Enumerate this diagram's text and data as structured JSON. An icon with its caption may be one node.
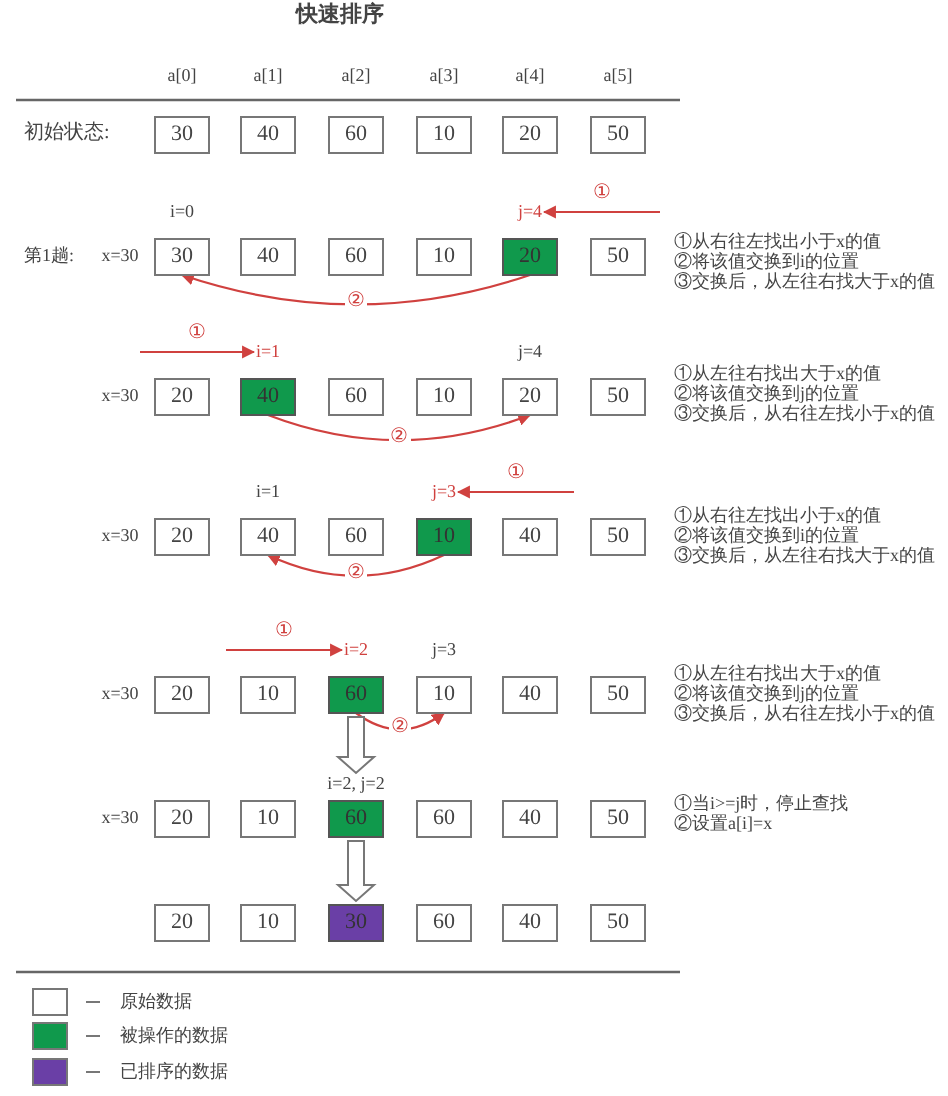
{
  "diagram": {
    "title": "快速排序",
    "nodes": [
      {
        "text": [
          "30"
        ]
      },
      {
        "text": [
          "40"
        ]
      },
      {
        "text": [
          "60"
        ]
      },
      {
        "text": [
          "10"
        ]
      },
      {
        "text": [
          "20"
        ]
      },
      {
        "text": [
          "50"
        ]
      },
      {
        "text": [
          "j=4"
        ]
      },
      {
        "text": [
          "30"
        ],
        "beside": [
          "x=30"
        ]
      },
      {
        "text": [
          "40"
        ]
      },
      {
        "text": [
          "60"
        ]
      },
      {
        "text": [
          "10"
        ]
      },
      {
        "text": [
          "20"
        ]
      },
      {
        "text": [
          "50"
        ]
      },
      {
        "text": [
          "i=1"
        ]
      },
      {
        "text": [
          "20"
        ],
        "beside": [
          "x=30"
        ]
      },
      {
        "text": [
          "40"
        ]
      },
      {
        "text": [
          "60"
        ]
      },
      {
        "text": [
          "10"
        ]
      },
      {
        "text": [
          "20"
        ]
      },
      {
        "text": [
          "50"
        ]
      },
      {
        "text": [
          "j=3"
        ]
      },
      {
        "text": [
          "20"
        ],
        "beside": [
          "x=30"
        ]
      },
      {
        "text": [
          "40"
        ]
      },
      {
        "text": [
          "60"
        ]
      },
      {
        "text": [
          "10"
        ]
      },
      {
        "text": [
          "40"
        ]
      },
      {
        "text": [
          "50"
        ]
      },
      {
        "text": [
          "i=2"
        ]
      },
      {
        "text": [
          "20"
        ],
        "beside": [
          "x=30"
        ]
      },
      {
        "text": [
          "10"
        ]
      },
      {
        "text": [
          "60"
        ]
      },
      {
        "text": [
          "10"
        ]
      },
      {
        "text": [
          "40"
        ]
      },
      {
        "text": [
          "50"
        ]
      },
      {
        "text": [
          "i=2, j=2"
        ]
      },
      {
        "text": [
          "20"
        ],
        "beside": [
          "x=30"
        ]
      },
      {
        "text": [
          "10"
        ]
      },
      {
        "text": [
          "60"
        ]
      },
      {
        "text": [
          "60"
        ]
      },
      {
        "text": [
          "40"
        ]
      },
      {
        "text": [
          "50"
        ]
      },
      {
        "text": [
          "20"
        ]
      },
      {
        "text": [
          "10"
        ]
      },
      {
        "text": [
          "30"
        ]
      },
      {
        "text": [
          "60"
        ]
      },
      {
        "text": [
          "40"
        ]
      },
      {
        "text": [
          "50"
        ]
      }
    ],
    "edges": [
      {
        "from": null,
        "to": 6,
        "arrow": "to",
        "label": "①"
      },
      {
        "from": 11,
        "to": 7,
        "arrow": "to",
        "label": "②"
      },
      {
        "from": null,
        "to": 13,
        "arrow": "to",
        "label": "①"
      },
      {
        "from": 15,
        "to": 18,
        "arrow": "to",
        "label": "②"
      },
      {
        "from": null,
        "to": 20,
        "arrow": "to",
        "label": "①"
      },
      {
        "from": 24,
        "to": 22,
        "arrow": "to",
        "label": "②"
      },
      {
        "from": null,
        "to": 27,
        "arrow": "to",
        "label": "①"
      },
      {
        "from": 30,
        "to": 31,
        "arrow": "to",
        "label": "②"
      },
      {
        "from": 30,
        "to": 34,
        "arrow": "to",
        "style": "thick",
        "color": "#777777"
      },
      {
        "from": 37,
        "to": 43,
        "arrow": "to",
        "style": "thick",
        "color": "#777777"
      }
    ],
    "labels": [
      "a[0]",
      "a[1]",
      "a[2]",
      "a[3]",
      "a[4]",
      "a[5]",
      "初始状态:",
      "i=0",
      "第1趟:",
      "①从右往左找出小于x的值",
      "②将该值交换到i的位置",
      "③交换后，从左往右找大于x的值",
      "j=4",
      "①从左往右找出大于x的值",
      "②将该值交换到j的位置",
      "③交换后，从右往左找小于x的值",
      "i=1",
      "①从右往左找出小于x的值",
      "②将该值交换到i的位置",
      "③交换后，从左往右找大于x的值",
      "j=3",
      "①从左往右找出大于x的值",
      "②将该值交换到j的位置",
      "③交换后，从右往左找小于x的值",
      "①当i>=j时，停止查找",
      "②设置a[i]=x"
    ],
    "legend": [
      {
        "text": "原始数据",
        "color": "#ffffff"
      },
      {
        "text": "被操作的数据",
        "color": "#10994c"
      },
      {
        "text": "已排序的数据",
        "color": "#6a3fa6"
      }
    ]
  }
}
